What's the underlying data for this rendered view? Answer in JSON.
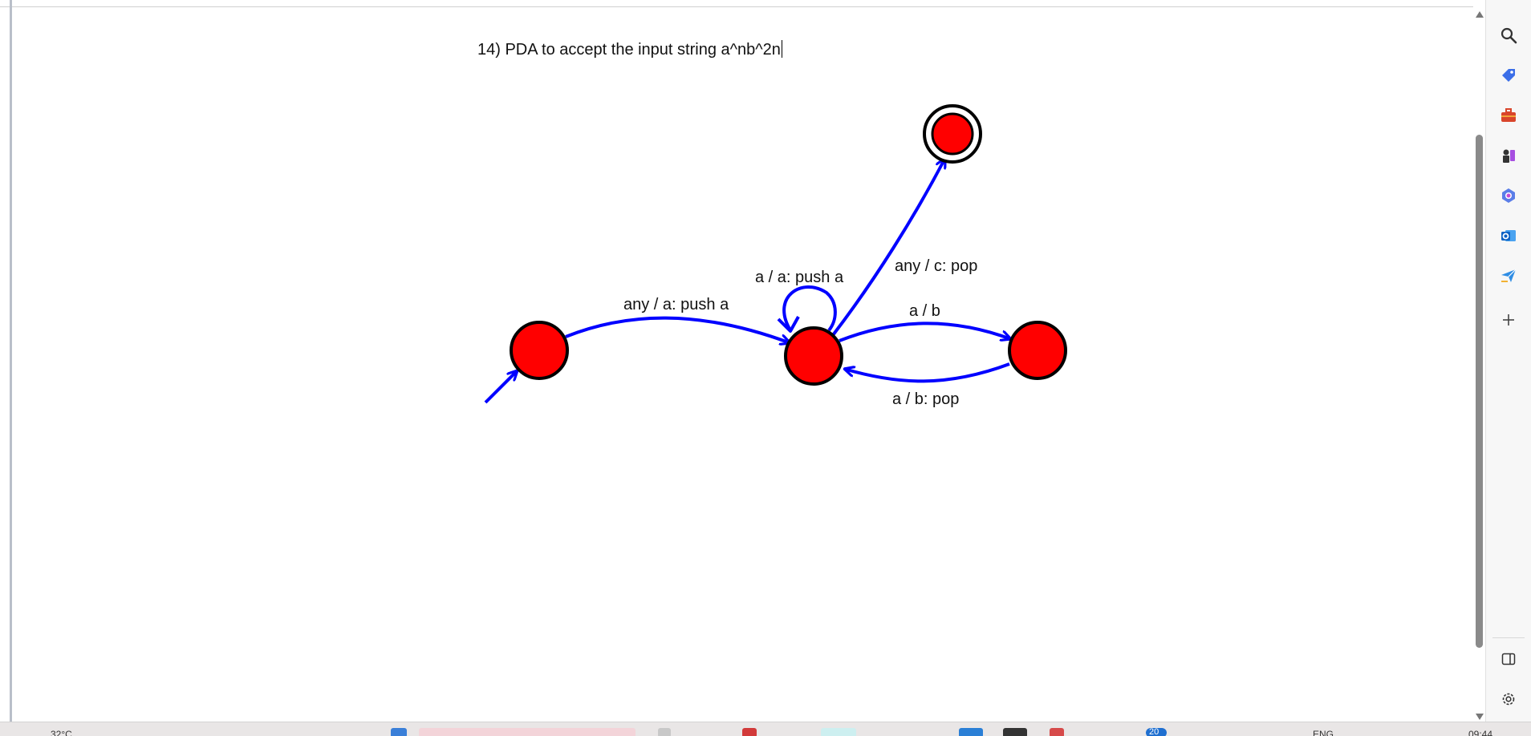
{
  "document": {
    "title": "14) PDA to accept the input string a^nb^2n"
  },
  "diagram": {
    "states": [
      {
        "id": "q0",
        "role": "start"
      },
      {
        "id": "q1",
        "role": "normal"
      },
      {
        "id": "q2",
        "role": "normal"
      },
      {
        "id": "q3",
        "role": "accept"
      }
    ],
    "transitions": [
      {
        "from": "q0",
        "to": "q1",
        "label": "any / a: push a"
      },
      {
        "from": "q1",
        "to": "q1",
        "label": "a / a: push a"
      },
      {
        "from": "q1",
        "to": "q3",
        "label": "any / c: pop"
      },
      {
        "from": "q1",
        "to": "q2",
        "label": "a / b"
      },
      {
        "from": "q2",
        "to": "q1",
        "label": "a / b: pop"
      }
    ],
    "colors": {
      "state_fill": "#ff0000",
      "edge": "#0000ff",
      "outline": "#000000"
    }
  },
  "sidebar": {
    "icons": [
      "search-icon",
      "tag-icon",
      "toolbox-icon",
      "chess-icon",
      "copilot-icon",
      "outlook-icon",
      "send-icon",
      "plus-icon",
      "split-view-icon",
      "settings-icon"
    ]
  },
  "taskbar": {
    "weather": "32°C",
    "language": "ENG",
    "time": "09:44",
    "badge": "20"
  }
}
